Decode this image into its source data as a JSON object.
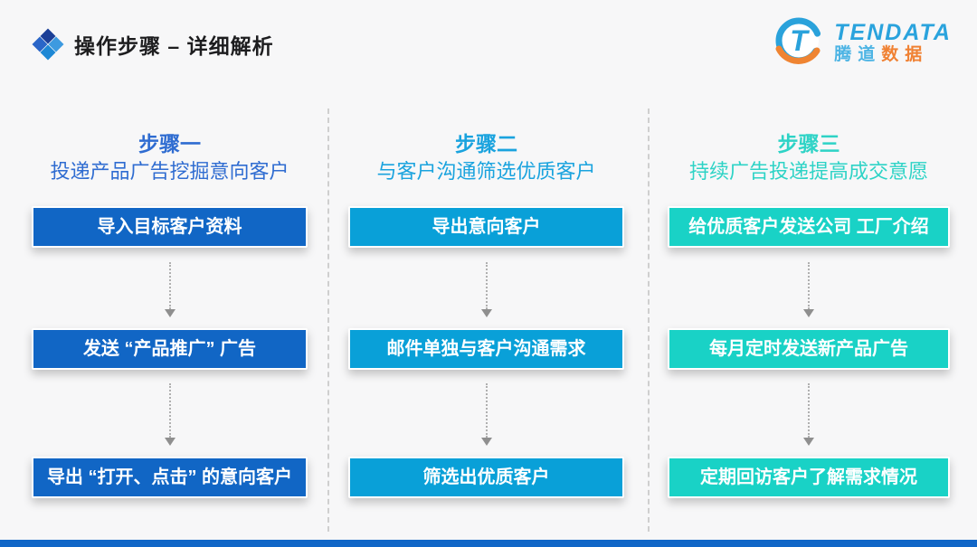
{
  "slide": {
    "title": "操作步骤 – 详细解析",
    "logo": {
      "name": "TENDATA",
      "cn_blue": "腾道",
      "cn_orange": "数据"
    }
  },
  "columns": [
    {
      "step_label": "步骤一",
      "subtitle": "投递产品广告挖掘意向客户",
      "accent_color": "#2f6cd1",
      "box_color": "#1166c5",
      "boxes": [
        "导入目标客户资料",
        "发送 “产品推广” 广告",
        "导出 “打开、点击” 的意向客户"
      ]
    },
    {
      "step_label": "步骤二",
      "subtitle": "与客户沟通筛选优质客户",
      "accent_color": "#1aa3de",
      "box_color": "#09a0d8",
      "boxes": [
        "导出意向客户",
        "邮件单独与客户沟通需求",
        "筛选出优质客户"
      ]
    },
    {
      "step_label": "步骤三",
      "subtitle": "持续广告投递提高成交意愿",
      "accent_color": "#2ed3c6",
      "box_color": "#19d2c6",
      "boxes": [
        "给优质客户发送公司 工厂介绍",
        "每月定时发送新产品广告",
        "定期回访客户了解需求情况"
      ]
    }
  ],
  "footer": {
    "bar_color": "#1166c7"
  }
}
